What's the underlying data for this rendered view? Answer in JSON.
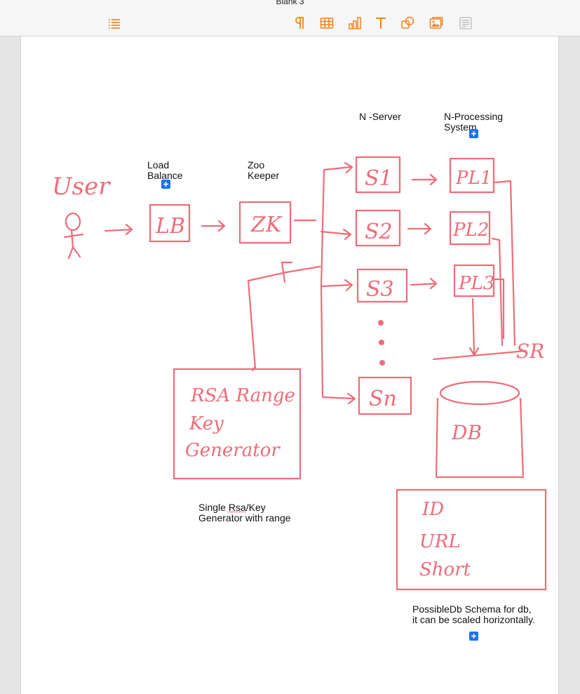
{
  "window": {
    "title": "Blank 3"
  },
  "toolbar": {
    "icons": [
      "list-icon",
      "paragraph-icon",
      "table-icon",
      "chart-icon",
      "text-icon",
      "shape-icon",
      "media-icon",
      "comment-icon"
    ],
    "accent": "#f0821e"
  },
  "labels": {
    "load_balance": "Load\nBalance",
    "zoo_keeper": "Zoo\nKeeper",
    "n_server": "N -Server",
    "n_processing": "N-Processing\nSystem",
    "rsa_caption_a": "Single ",
    "rsa_caption_word": "Rsa",
    "rsa_caption_b": "/Key\nGenerator with range",
    "db_caption": "PossibleDb Schema for db,\nit can be scaled horizontally."
  },
  "sketch": {
    "ink_color": "#ee6c79",
    "texts": {
      "user": "User",
      "lb": "LB",
      "zk": "ZK",
      "s1": "S1",
      "s2": "S2",
      "s3": "S3",
      "sn": "Sn",
      "pl1": "PL1",
      "pl2": "PL2",
      "pl3": "PL3",
      "sr": "SR",
      "rsa_line1": "RSA Range",
      "rsa_line2": "Key",
      "rsa_line3": "Generator",
      "db": "DB",
      "schema_id": "ID",
      "schema_url": "URL",
      "schema_short": "Short"
    }
  }
}
